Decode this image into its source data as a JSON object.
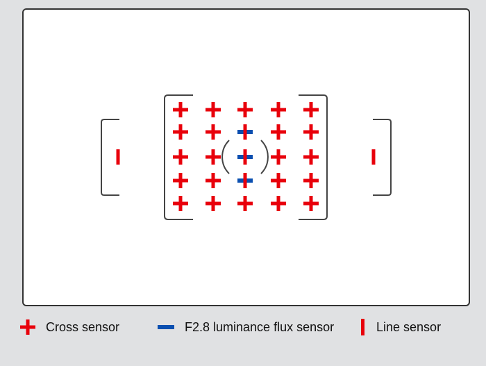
{
  "colors": {
    "cross": "#e8000b",
    "f28": "#0a4fb0",
    "line": "#e8000b",
    "frame": "#333333",
    "background": "#e0e1e3"
  },
  "af_grid": {
    "rows": 5,
    "cols": 5,
    "f28_points": [
      [
        1,
        2
      ],
      [
        2,
        2
      ],
      [
        3,
        2
      ]
    ],
    "side_points": [
      "line",
      "line"
    ]
  },
  "legend": [
    {
      "icon": "cross-sensor-icon",
      "label": "Cross sensor"
    },
    {
      "icon": "f28-sensor-icon",
      "label": "F2.8 luminance flux sensor"
    },
    {
      "icon": "line-sensor-icon",
      "label": "Line sensor"
    }
  ]
}
